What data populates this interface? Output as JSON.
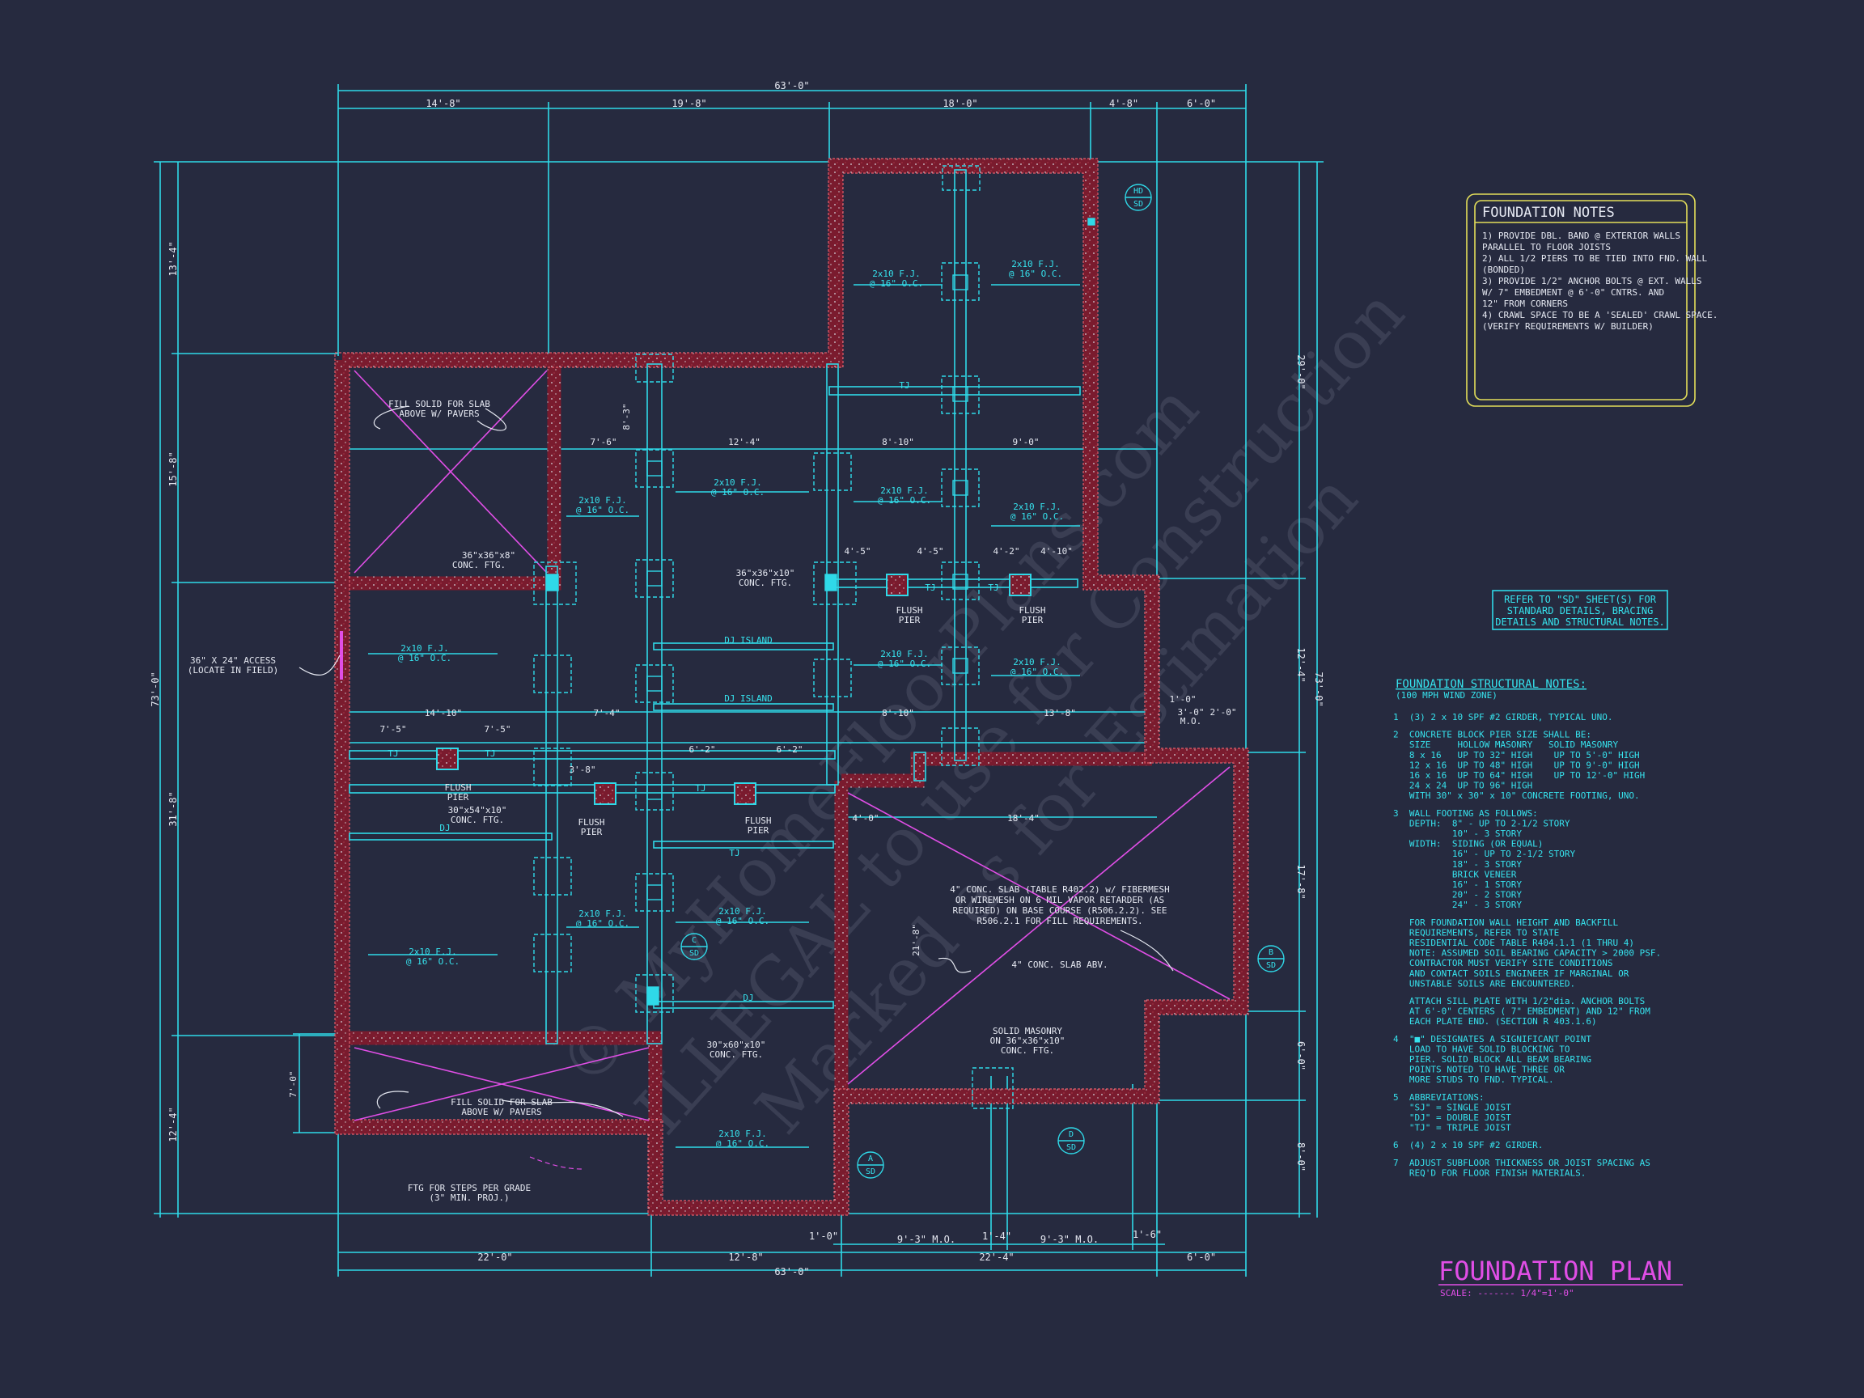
{
  "watermark": {
    "line1": "© MyHomeFloorPlans.com",
    "line2": "ILLEGAL to use for Construction",
    "line3": "Marked as for Estimation"
  },
  "foundation_notes": {
    "title": "FOUNDATION NOTES",
    "lines": [
      "1) PROVIDE DBL. BAND @ EXTERIOR WALLS",
      "   PARALLEL TO FLOOR JOISTS",
      "2) ALL 1/2 PIERS TO BE TIED INTO FND. WALL",
      "   (BONDED)",
      "3) PROVIDE 1/2\" ANCHOR BOLTS @ EXT. WALLS",
      "   W/ 7\" EMBEDMENT @ 6'-0\" CNTRS. AND",
      "   12\" FROM CORNERS",
      "4) CRAWL SPACE TO BE A 'SEALED' CRAWL SPACE.",
      "   (VERIFY REQUIREMENTS W/ BUILDER)"
    ]
  },
  "refer_note": [
    "REFER TO \"SD\" SHEET(S) FOR",
    "STANDARD DETAILS, BRACING",
    "DETAILS AND STRUCTURAL NOTES."
  ],
  "structural_notes": {
    "title": "FOUNDATION STRUCTURAL NOTES:",
    "subtitle": "(100 MPH WIND ZONE)",
    "lines": [
      "1  (3) 2 x 10 SPF #2 GIRDER, TYPICAL UNO.",
      "",
      "2  CONCRETE BLOCK PIER SIZE SHALL BE:",
      "   SIZE     HOLLOW MASONRY   SOLID MASONRY",
      "   8 x 16   UP TO 32\" HIGH    UP TO 5'-0\" HIGH",
      "   12 x 16  UP TO 48\" HIGH    UP TO 9'-0\" HIGH",
      "   16 x 16  UP TO 64\" HIGH    UP TO 12'-0\" HIGH",
      "   24 x 24  UP TO 96\" HIGH",
      "   WITH 30\" x 30\" x 10\" CONCRETE FOOTING, UNO.",
      "",
      "3  WALL FOOTING AS FOLLOWS:",
      "   DEPTH:  8\" - UP TO 2-1/2 STORY",
      "           10\" - 3 STORY",
      "   WIDTH:  SIDING (OR EQUAL)",
      "           16\" - UP TO 2-1/2 STORY",
      "           18\" - 3 STORY",
      "           BRICK VENEER",
      "           16\" - 1 STORY",
      "           20\" - 2 STORY",
      "           24\" - 3 STORY",
      "",
      "   FOR FOUNDATION WALL HEIGHT AND BACKFILL",
      "   REQUIREMENTS, REFER TO STATE",
      "   RESIDENTIAL CODE TABLE R404.1.1 (1 THRU 4)",
      "   NOTE: ASSUMED SOIL BEARING CAPACITY > 2000 PSF.",
      "   CONTRACTOR MUST VERIFY SITE CONDITIONS",
      "   AND CONTACT SOILS ENGINEER IF MARGINAL OR",
      "   UNSTABLE SOILS ARE ENCOUNTERED.",
      "",
      "   ATTACH SILL PLATE WITH 1/2\"dia. ANCHOR BOLTS",
      "   AT 6'-0\" CENTERS ( 7\" EMBEDMENT) AND 12\" FROM",
      "   EACH PLATE END. (SECTION R 403.1.6)",
      "",
      "4  \"■\" DESIGNATES A SIGNIFICANT POINT",
      "   LOAD TO HAVE SOLID BLOCKING TO",
      "   PIER. SOLID BLOCK ALL BEAM BEARING",
      "   POINTS NOTED TO HAVE THREE OR",
      "   MORE STUDS TO FND. TYPICAL.",
      "",
      "5  ABBREVIATIONS:",
      "   \"SJ\" = SINGLE JOIST",
      "   \"DJ\" = DOUBLE JOIST",
      "   \"TJ\" = TRIPLE JOIST",
      "",
      "6  (4) 2 x 10 SPF #2 GIRDER.",
      "",
      "7  ADJUST SUBFLOOR THICKNESS OR JOIST SPACING AS",
      "   REQ'D FOR FLOOR FINISH MATERIALS."
    ]
  },
  "title_block": {
    "title": "FOUNDATION PLAN",
    "scale": "SCALE: ------- 1/4\"=1'-0\""
  },
  "dims_top_overall": "63'-0\"",
  "dims_top": [
    "14'-8\"",
    "19'-8\"",
    "18'-0\"",
    "4'-8\"",
    "6'-0\""
  ],
  "dims_bottom_overall": "63'-0\"",
  "dims_bottom": [
    "22'-0\"",
    "12'-8\"",
    "22'-4\"",
    "6'-0\""
  ],
  "dims_bottom_sub": [
    "1'-0\"",
    "9'-3\" M.O.",
    "1'-4\"",
    "9'-3\" M.O.",
    "1'-6\""
  ],
  "dims_left_overall": "73'-0\"",
  "dims_left": [
    "13'-4\"",
    "15'-8\"",
    "31'-8\"",
    "12'-4\""
  ],
  "dims_right_overall": "73'-0\"",
  "dims_right": [
    "29'-0\"",
    "12'-4\"",
    "17'-8\"",
    "6'-0\"",
    "8'-0\""
  ],
  "plan_labels": [
    "FILL SOLID FOR SLAB",
    "ABOVE W/ PAVERS",
    "36\"x36\"x8\"",
    "CONC. FTG.",
    "36\" X 24\" ACCESS",
    "(LOCATE IN FIELD)",
    "2x10 F.J.",
    "@ 16\" O.C.",
    "DJ ISLAND",
    "DJ",
    "FLUSH",
    "PIER",
    "30\"x54\"x10\"",
    "CONC. FTG.",
    "36\"x36\"x10\"",
    "30\"x60\"x10\"",
    "4\" CONC. SLAB (TABLE R402.2) w/ FIBERMESH",
    "OR WIREMESH ON 6 MIL VAPOR RETARDER (AS",
    "REQUIRED) ON BASE COURSE (R506.2.2). SEE",
    "R506.2.1 FOR FILL REQUIREMENTS.",
    "4\" CONC. SLAB ABV.",
    "SOLID MASONRY",
    "ON 36\"x36\"x10\"",
    "FTG FOR STEPS PER GRADE",
    "(3\" MIN. PROJ.)",
    "TJ",
    "M.O.",
    "8'-3\"",
    "7'-6\"",
    "12'-4\"",
    "8'-10\"",
    "9'-0\"",
    "4'-5\"",
    "4'-2\"",
    "4'-10\"",
    "14'-10\"",
    "7'-4\"",
    "8'-10\"",
    "13'-8\"",
    "7'-5\"",
    "3'-8\"",
    "6'-2\"",
    "4'-0\"",
    "18'-4\"",
    "21'-8\"",
    "3'-0\"",
    "2'-0\"",
    "1'-0\"",
    "7'-0\""
  ],
  "detail_markers": [
    {
      "letter": "HD",
      "sheet": "SD"
    },
    {
      "letter": "C",
      "sheet": "SD"
    },
    {
      "letter": "B",
      "sheet": "SD"
    },
    {
      "letter": "D",
      "sheet": "SD"
    },
    {
      "letter": "A",
      "sheet": "SD"
    }
  ],
  "colors": {
    "background": "#262a3f",
    "linework": "#2fd9e8",
    "wall_fill": "#7a1b2e",
    "accent_magenta": "#e04ee6",
    "notes_yellow": "#e3de5a",
    "text_white": "#e6e9f2"
  }
}
